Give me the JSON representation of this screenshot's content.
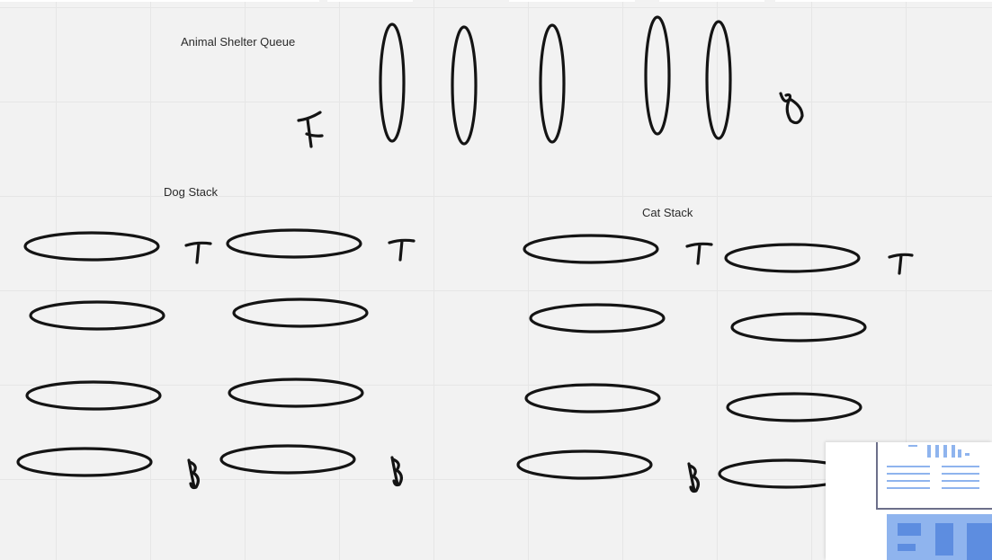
{
  "board": {
    "queue_label": "Animal Shelter Queue",
    "dog_stack_label": "Dog Stack",
    "cat_stack_label": "Cat Stack"
  },
  "colors": {
    "canvas_background": "#f2f2f2",
    "grid": "#e6e6e6",
    "ink": "#141414",
    "minimap_accent": "#8fb4ee"
  },
  "icons": {
    "minimap": "minimap-icon"
  }
}
